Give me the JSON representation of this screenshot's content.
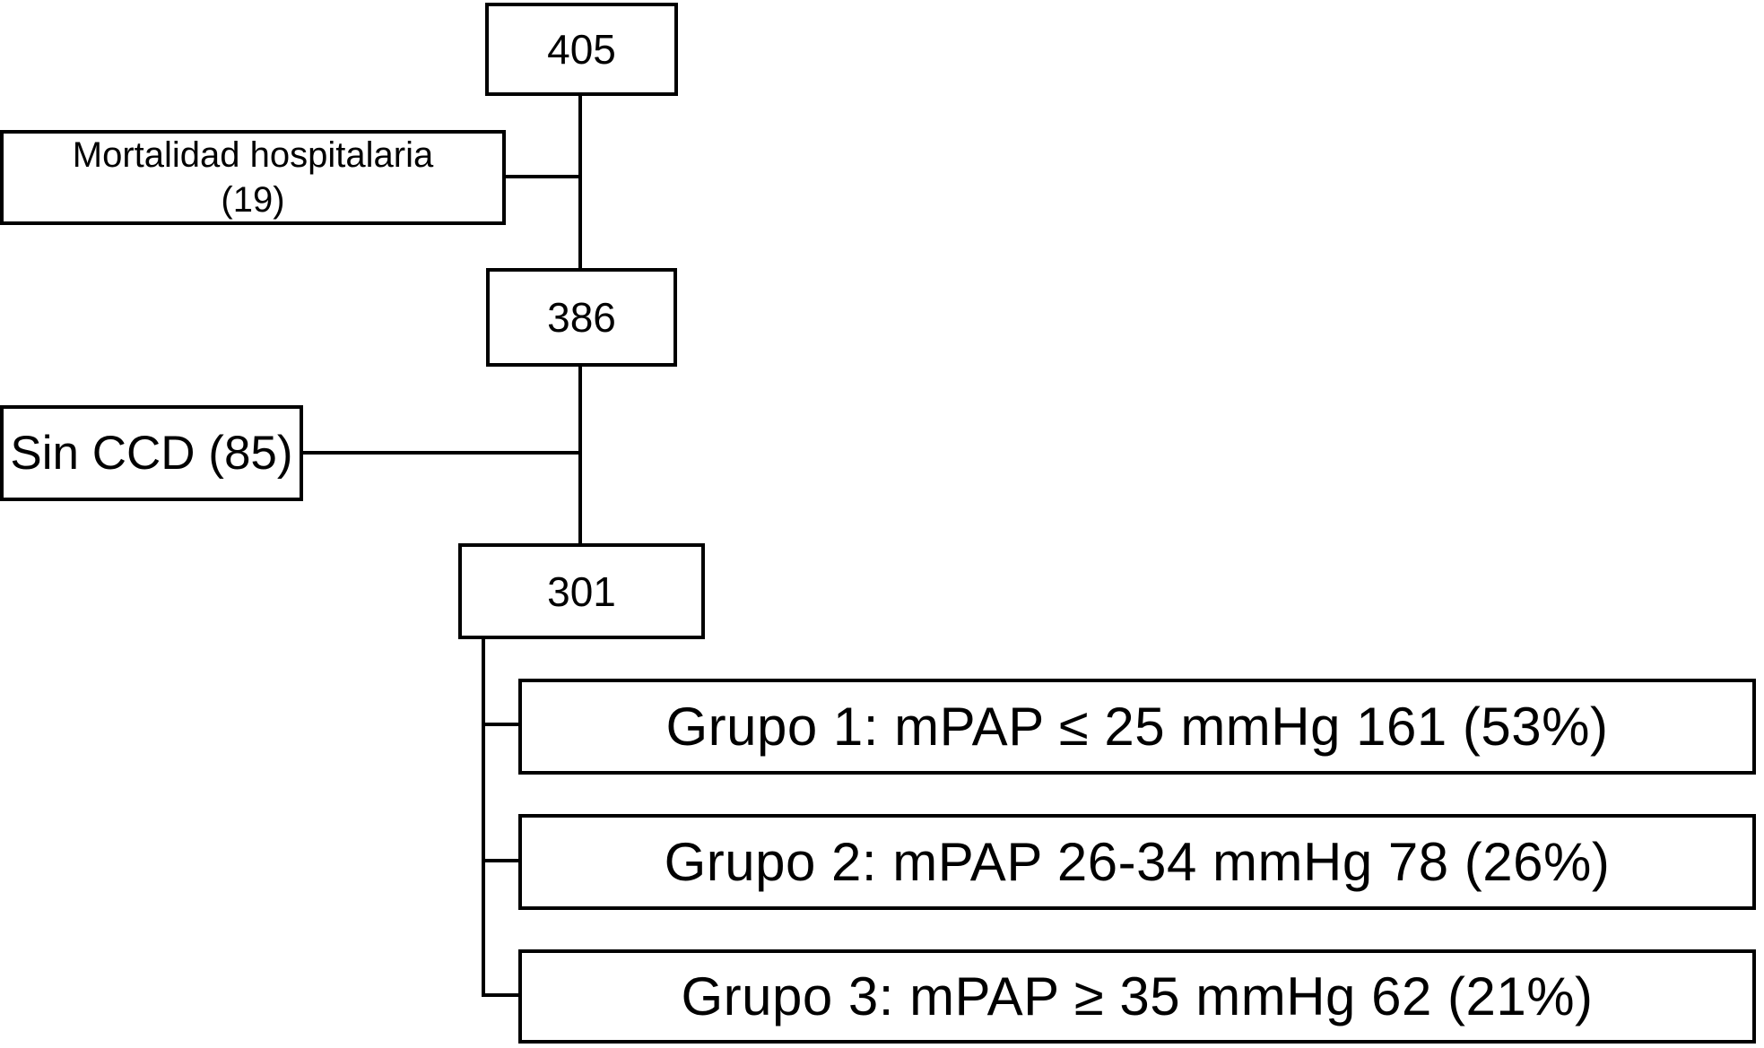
{
  "diagram": {
    "type": "patient-flowchart",
    "background_color": "#ffffff",
    "line_color": "#000000",
    "text_color": "#000000",
    "nodes": {
      "total": {
        "label": "405"
      },
      "hospital_mortality": {
        "line1": "Mortalidad hospitalaria",
        "line2": "(19)"
      },
      "after_mortality": {
        "label": "386"
      },
      "sin_ccd": {
        "label": "Sin CCD (85)"
      },
      "with_ccd": {
        "label": "301"
      },
      "grupo1": {
        "label": "Grupo 1: mPAP ≤ 25 mmHg 161 (53%)"
      },
      "grupo2": {
        "label": "Grupo 2: mPAP 26-34 mmHg 78 (26%)"
      },
      "grupo3": {
        "label": "Grupo 3: mPAP ≥ 35 mmHg 62 (21%)"
      }
    },
    "edges": [
      "405 -> 386",
      "405/386 junction -> Mortalidad hospitalaria (19)",
      "386 -> 301",
      "386/301 junction -> Sin CCD (85)",
      "301 -> Grupo 1",
      "301 -> Grupo 2",
      "301 -> Grupo 3"
    ]
  }
}
